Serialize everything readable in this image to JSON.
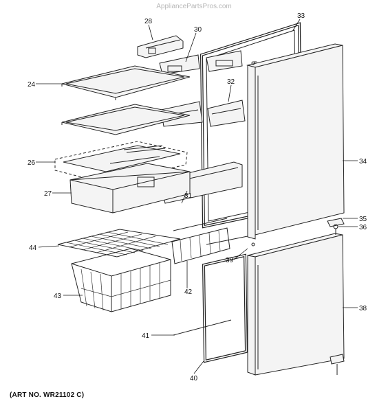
{
  "watermark": "AppliancePartsPros.com",
  "art_number": "(ART NO. WR21102 C)",
  "callouts": {
    "c24": "24",
    "c26": "26",
    "c27": "27",
    "c28": "28",
    "c30": "30",
    "c31": "31",
    "c32": "32",
    "c33": "33",
    "c34": "34",
    "c35": "35",
    "c36": "36",
    "c38": "38",
    "c39": "39",
    "c40": "40",
    "c41": "41",
    "c42": "42",
    "c43": "43",
    "c44": "44"
  }
}
